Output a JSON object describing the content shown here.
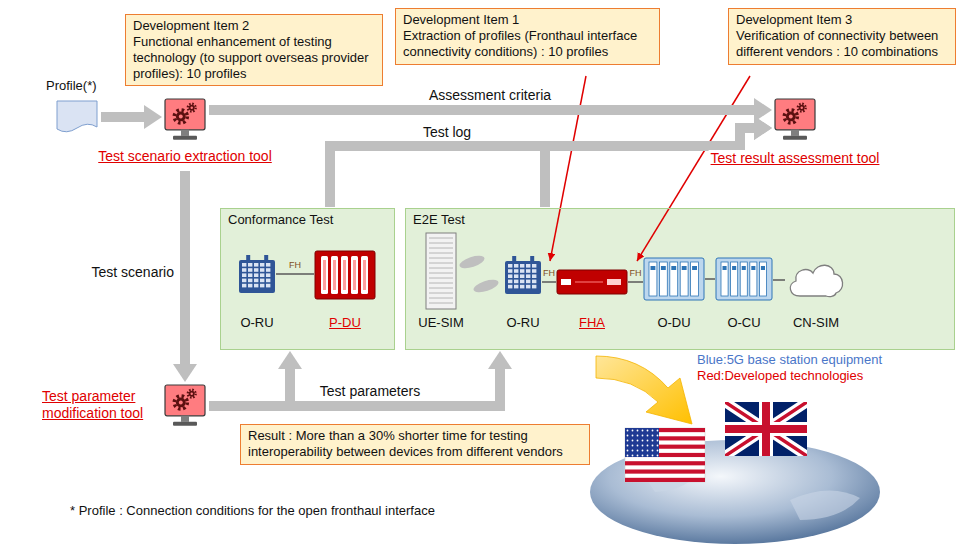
{
  "diagram": {
    "nodes": [
      {
        "text": [
          "Development Item 2",
          "Functional enhancement of testing technology (to support overseas provider profiles): 10 profiles"
        ]
      },
      {
        "text": [
          "Development Item 1",
          "Extraction of profiles (Fronthaul interface connectivity conditions) : 10 profiles"
        ]
      },
      {
        "text": [
          "Development Item 3",
          "Verification of connectivity between different vendors : 10 combinations"
        ]
      },
      {
        "text": [
          "Profile(*)"
        ]
      },
      {
        "text": [
          "Test scenario extraction tool"
        ]
      },
      {
        "text": [
          "Test result assessment tool"
        ]
      },
      {
        "text": [
          "Conformance Test"
        ]
      },
      {
        "text": [
          "O-RU"
        ],
        "in": 6
      },
      {
        "text": [
          "P-DU"
        ],
        "in": 6
      },
      {
        "text": [
          "E2E Test"
        ]
      },
      {
        "text": [
          "UE-SIM"
        ],
        "in": 9
      },
      {
        "text": [
          "O-RU"
        ],
        "in": 9
      },
      {
        "text": [
          "FHA"
        ],
        "in": 9
      },
      {
        "text": [
          "O-DU"
        ],
        "in": 9
      },
      {
        "text": [
          "O-CU"
        ],
        "in": 9
      },
      {
        "text": [
          "CN-SIM"
        ],
        "in": 9
      },
      {
        "text": [
          "Test parameter modification tool"
        ]
      },
      {
        "text": [
          "Result : More than a 30% shorter time for testing interoperability between devices from different vendors"
        ]
      }
    ],
    "edges": [
      {
        "from": 3,
        "to": 4,
        "arrow": "to"
      },
      {
        "from": 4,
        "to": 5,
        "label": "Assessment criteria",
        "arrow": "to"
      },
      {
        "from": 6,
        "to": 5,
        "label": "Test log",
        "arrow": "to"
      },
      {
        "from": 9,
        "to": 5,
        "arrow": "to"
      },
      {
        "from": 4,
        "to": 16,
        "label": "Test scenario",
        "arrow": "to"
      },
      {
        "from": 16,
        "to": 6,
        "label": "Test parameters",
        "arrow": "to"
      },
      {
        "from": 16,
        "to": 9,
        "arrow": "to"
      },
      {
        "from": 7,
        "to": 8,
        "label": "FH",
        "arrow": "none"
      },
      {
        "from": 11,
        "to": 12,
        "label": "FH",
        "arrow": "none"
      },
      {
        "from": 12,
        "to": 13,
        "label": "FH",
        "arrow": "none"
      },
      {
        "from": 13,
        "to": 14,
        "arrow": "none"
      },
      {
        "from": 14,
        "to": 15,
        "arrow": "none"
      }
    ],
    "labels": [
      "* Profile : Connection conditions for the open fronthaul interface"
    ],
    "legend": [
      {
        "text": "Blue:5G base station equipment",
        "color": "#4a76c8"
      },
      {
        "text": "Red:Developed technologies",
        "color": "#e00000"
      }
    ]
  }
}
